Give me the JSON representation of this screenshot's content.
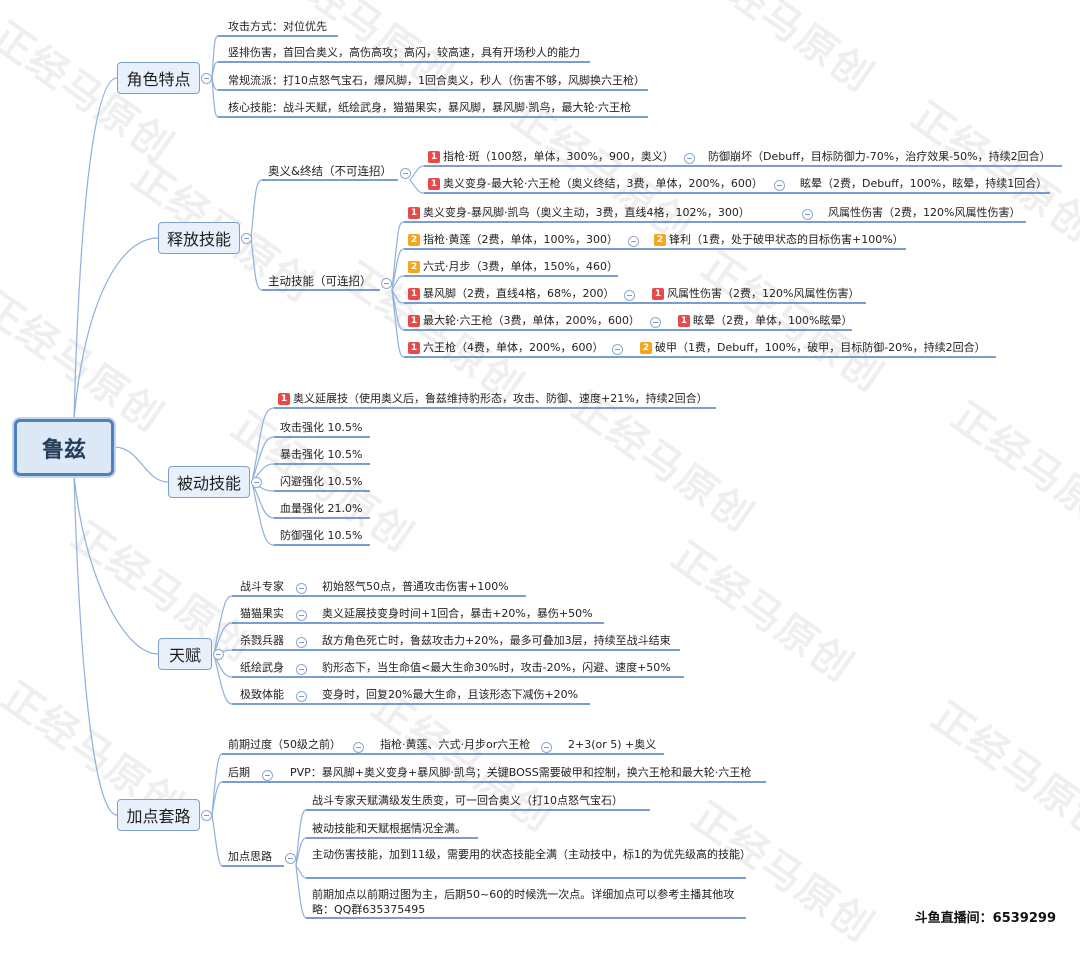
{
  "root": "鲁兹",
  "watermark": "正经马原创",
  "footer": "斗鱼直播间：6539299",
  "badges": {
    "one": "1",
    "two": "2"
  },
  "features": {
    "title": "角色特点",
    "items": [
      "攻击方式：对位优先",
      "竖排伤害，首回合奥义，高伤高攻；高闪，较高速，具有开场秒人的能力",
      "常规流派：打10点怒气宝石，爆风脚，1回合奥义，秒人（伤害不够，风脚换六王枪）",
      "核心技能：战斗天赋，纸绘武身，猫猫果实，暴风脚，暴风脚·凯鸟，最大轮·六王枪"
    ]
  },
  "skills": {
    "title": "释放技能",
    "ult": {
      "label": "奥义&终结（不可连招）",
      "rows": [
        {
          "main": "指枪·斑（100怒，单体，300%，900，奥义）",
          "effect": "防御崩坏（Debuff，目标防御力-70%，治疗效果-50%，持续2回合）"
        },
        {
          "main": "奥义变身-最大轮·六王枪（奥义终结，3费，单体，200%，600）",
          "effect": "眩晕（2费，Debuff，100%，眩晕，持续1回合）"
        }
      ]
    },
    "active": {
      "label": "主动技能（可连招）",
      "rows": [
        {
          "main": "奥义变身-暴风脚·凯鸟（奥义主动，3费，直线4格，102%，300）",
          "effect": "风属性伤害（2费，120%风属性伤害）"
        },
        {
          "main": "指枪·黄莲（2费，单体，100%，300）",
          "effect": "锋利（1费，处于破甲状态的目标伤害+100%）"
        },
        {
          "main": "六式·月步（3费，单体，150%，460）"
        },
        {
          "main": "暴风脚（2费，直线4格，68%，200）",
          "effect": "风属性伤害（2费，120%风属性伤害）"
        },
        {
          "main": "最大轮·六王枪（3费，单体，200%，600）",
          "effect": "眩晕（2费，单体，100%眩晕）"
        },
        {
          "main": "六王枪（4费，单体，200%，600）",
          "effect": "破甲（1费，Debuff，100%，破甲，目标防御-20%，持续2回合）"
        }
      ]
    }
  },
  "passive": {
    "title": "被动技能",
    "items": [
      "奥义延展技（使用奥义后，鲁兹维持豹形态，攻击、防御、速度+21%，持续2回合）",
      "攻击强化 10.5%",
      "暴击强化 10.5%",
      "闪避强化 10.5%",
      "血量强化 21.0%",
      "防御强化 10.5%"
    ]
  },
  "talents": {
    "title": "天赋",
    "items": [
      {
        "name": "战斗专家",
        "desc": "初始怒气50点，普通攻击伤害+100%"
      },
      {
        "name": "猫猫果实",
        "desc": "奥义延展技变身时间+1回合，暴击+20%，暴伤+50%"
      },
      {
        "name": "杀戮兵器",
        "desc": "敌方角色死亡时，鲁兹攻击力+20%，最多可叠加3层，持续至战斗结束"
      },
      {
        "name": "纸绘武身",
        "desc": "豹形态下，当生命值<最大生命30%时，攻击-20%，闪避、速度+50%"
      },
      {
        "name": "极致体能",
        "desc": "变身时，回复20%最大生命，且该形态下减伤+20%"
      }
    ]
  },
  "build": {
    "title": "加点套路",
    "early": {
      "label": "前期过度（50级之前）",
      "skills": "指枪·黄莲、六式·月步or六王枪",
      "rule": "2+3(or 5) +奥义"
    },
    "late": {
      "label": "后期",
      "text": "PVP：暴风脚+奥义变身+暴风脚·凯鸟；关键BOSS需要破甲和控制，换六王枪和最大轮·六王枪"
    },
    "ideas": {
      "label": "加点思路",
      "items": [
        "战斗专家天赋满级发生质变，可一回合奥义（打10点怒气宝石）",
        "被动技能和天赋根据情况全满。",
        "主动伤害技能，加到11级，需要用的状态技能全满（主动技中，标1的为优先级高的技能）",
        "前期加点以前期过图为主，后期50~60的时候洗一次点。详细加点可以参考主播其他攻略：QQ群635375495"
      ]
    }
  },
  "colors": {
    "line": "#4f7fbf",
    "connector": "#8fb0dc",
    "badge1": "#e84a4a",
    "badge2": "#f3a71d"
  }
}
